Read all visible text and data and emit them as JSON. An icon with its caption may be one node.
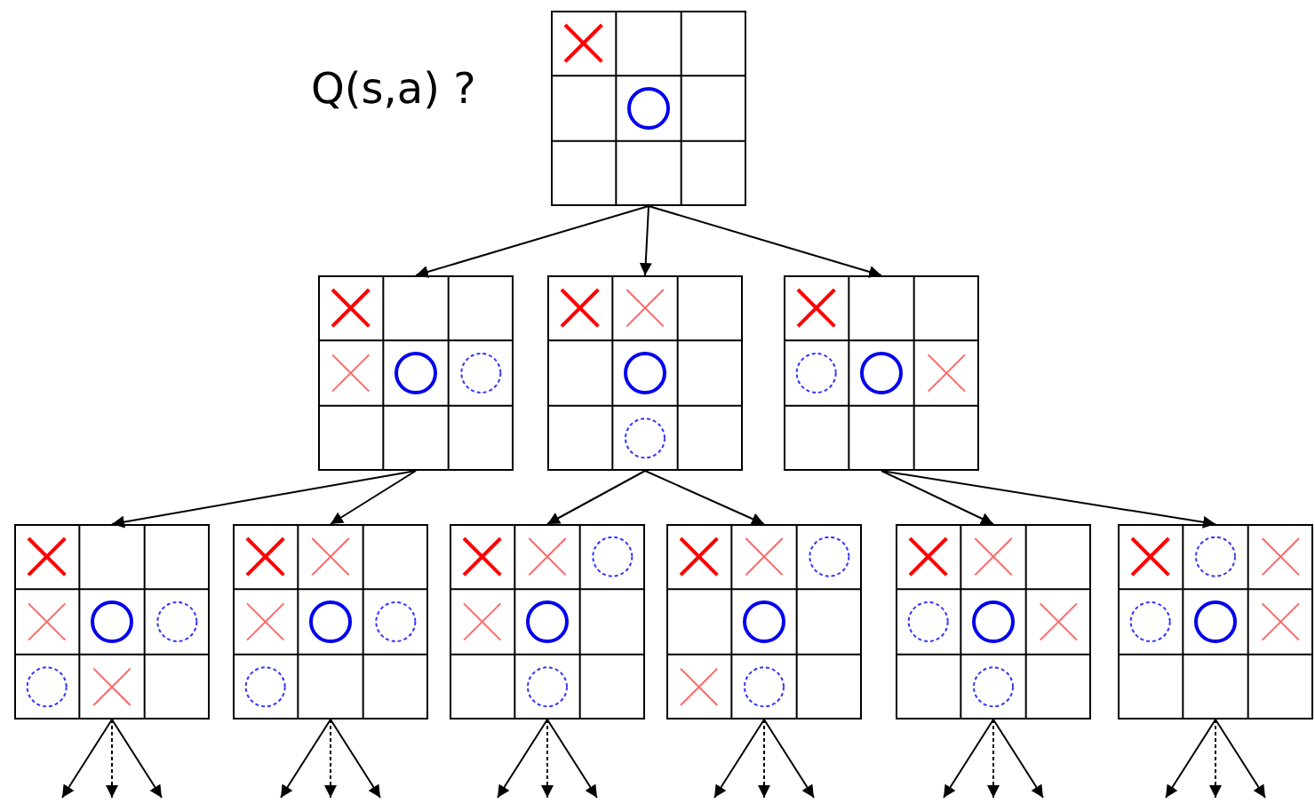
{
  "diagram": {
    "nodes": [
      {
        "text": [],
        "shape": "picture"
      },
      {
        "text": [],
        "shape": "picture"
      },
      {
        "text": [],
        "shape": "picture"
      },
      {
        "text": [],
        "shape": "picture"
      },
      {
        "text": [],
        "shape": "picture"
      },
      {
        "text": [],
        "shape": "picture"
      },
      {
        "text": [],
        "shape": "picture"
      },
      {
        "text": [],
        "shape": "picture"
      },
      {
        "text": [],
        "shape": "picture"
      },
      {
        "text": [],
        "shape": "picture"
      }
    ],
    "edges": [
      {
        "from": 0,
        "to": 1,
        "arrow": "to"
      },
      {
        "from": 0,
        "to": 2,
        "arrow": "to"
      },
      {
        "from": 0,
        "to": 3,
        "arrow": "to"
      },
      {
        "from": 1,
        "to": 4,
        "arrow": "to"
      },
      {
        "from": 1,
        "to": 5,
        "arrow": "to"
      },
      {
        "from": 2,
        "to": 6,
        "arrow": "to"
      },
      {
        "from": 2,
        "to": 7,
        "arrow": "to"
      },
      {
        "from": 3,
        "to": 8,
        "arrow": "to"
      },
      {
        "from": 3,
        "to": 9,
        "arrow": "to"
      },
      {
        "from": 4,
        "to": null,
        "arrow": "to"
      },
      {
        "from": 4,
        "to": null,
        "arrow": "to",
        "style": "dashed"
      },
      {
        "from": 4,
        "to": null,
        "arrow": "to"
      },
      {
        "from": 5,
        "to": null,
        "arrow": "to"
      },
      {
        "from": 5,
        "to": null,
        "arrow": "to",
        "style": "dashed"
      },
      {
        "from": 5,
        "to": null,
        "arrow": "to"
      },
      {
        "from": 6,
        "to": null,
        "arrow": "to"
      },
      {
        "from": 6,
        "to": null,
        "arrow": "to",
        "style": "dashed"
      },
      {
        "from": 6,
        "to": null,
        "arrow": "to"
      },
      {
        "from": 7,
        "to": null,
        "arrow": "to"
      },
      {
        "from": 7,
        "to": null,
        "arrow": "to",
        "style": "dashed"
      },
      {
        "from": 7,
        "to": null,
        "arrow": "to"
      },
      {
        "from": 8,
        "to": null,
        "arrow": "to"
      },
      {
        "from": 8,
        "to": null,
        "arrow": "to",
        "style": "dashed"
      },
      {
        "from": 8,
        "to": null,
        "arrow": "to"
      },
      {
        "from": 9,
        "to": null,
        "arrow": "to"
      },
      {
        "from": 9,
        "to": null,
        "arrow": "to",
        "style": "dashed"
      },
      {
        "from": 9,
        "to": null,
        "arrow": "to"
      }
    ],
    "labels": [
      "Q(s,a) ?"
    ]
  }
}
